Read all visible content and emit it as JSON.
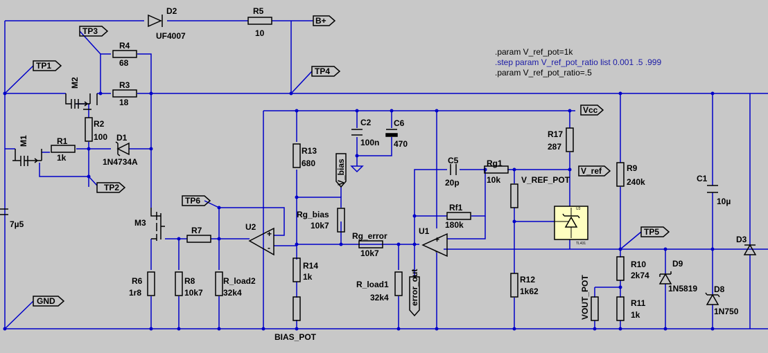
{
  "colors": {
    "background": "#c8c8c8",
    "wire": "#0000c8",
    "component": "#000000",
    "text": "#000000",
    "directive_highlight": "#1a1aa6",
    "ic_fill": "#ffffc0"
  },
  "directives": [
    {
      "text": ".param V_ref_pot=1k",
      "highlight": false
    },
    {
      "text": ".step param V_ref_pot_ratio list 0.001 .5 .999",
      "highlight": true
    },
    {
      "text": ".param V_ref_pot_ratio=.5",
      "highlight": false
    }
  ],
  "components": {
    "D2": {
      "ref": "D2",
      "value": "UF4007"
    },
    "R5": {
      "ref": "R5",
      "value": "10"
    },
    "R4": {
      "ref": "R4",
      "value": "68"
    },
    "R3": {
      "ref": "R3",
      "value": "18"
    },
    "M2": {
      "ref": "M2"
    },
    "R2": {
      "ref": "R2",
      "value": "100"
    },
    "M1": {
      "ref": "M1"
    },
    "R1": {
      "ref": "R1",
      "value": "1k"
    },
    "D1": {
      "ref": "D1",
      "value": "1N4734A"
    },
    "C_left": {
      "value": "7µ5"
    },
    "M3": {
      "ref": "M3"
    },
    "R7": {
      "ref": "R7"
    },
    "R6": {
      "ref": "R6",
      "value": "1r8"
    },
    "R8": {
      "ref": "R8",
      "value": "10k7"
    },
    "R_load2": {
      "ref": "R_load2",
      "value": "32k4"
    },
    "U2": {
      "ref": "U2"
    },
    "R13": {
      "ref": "R13",
      "value": "680"
    },
    "Rg_bias": {
      "ref": "Rg_bias",
      "value": "10k7"
    },
    "R14": {
      "ref": "R14",
      "value": "1k"
    },
    "BIAS_POT": {
      "ref": "BIAS_POT"
    },
    "C2": {
      "ref": "C2",
      "value": "100n"
    },
    "C6": {
      "ref": "C6",
      "value": "470"
    },
    "Rg_error": {
      "ref": "Rg_error",
      "value": "10k7"
    },
    "R_load1": {
      "ref": "R_load1",
      "value": "32k4"
    },
    "C5": {
      "ref": "C5",
      "value": "20p"
    },
    "Rg1": {
      "ref": "Rg1",
      "value": "10k"
    },
    "Rf1": {
      "ref": "Rf1",
      "value": "180k"
    },
    "U1": {
      "ref": "U1"
    },
    "R17": {
      "ref": "R17",
      "value": "287"
    },
    "V_REF_POT": {
      "ref": "V_REF_POT"
    },
    "R12": {
      "ref": "R12",
      "value": "1k62"
    },
    "U3": {
      "ref": "U3",
      "part": "TL431"
    },
    "R9": {
      "ref": "R9",
      "value": "240k"
    },
    "R10": {
      "ref": "R10",
      "value": "2k74"
    },
    "R11": {
      "ref": "R11",
      "value": "1k"
    },
    "VOUT_POT": {
      "ref": "VOUT_POT"
    },
    "D9": {
      "ref": "D9",
      "value": "1N5819"
    },
    "C1": {
      "ref": "C1",
      "value": "10µ"
    },
    "D8": {
      "ref": "D8",
      "value": "1N750"
    },
    "D3": {
      "ref": "D3"
    }
  },
  "net_labels": {
    "bplus": "B+",
    "vcc": "Vcc",
    "v_ref": "V_ref",
    "v_bias": "V_bias",
    "error_out": "error_out",
    "tp1": "TP1",
    "tp2": "TP2",
    "tp3": "TP3",
    "tp4": "TP4",
    "tp5": "TP5",
    "tp6": "TP6",
    "gnd": "GND"
  },
  "opamp_pins": {
    "plus": "+",
    "minus": "-"
  }
}
